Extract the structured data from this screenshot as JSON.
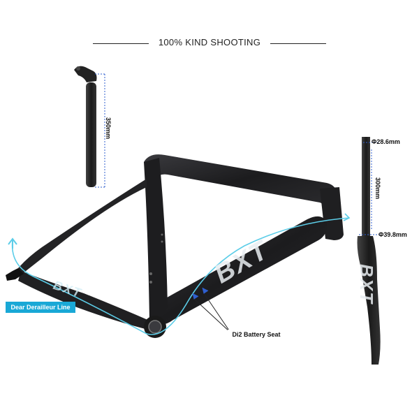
{
  "heading": {
    "title": "100% KIND SHOOTING"
  },
  "seatpost": {
    "length_label": "350mm"
  },
  "fork": {
    "top_diameter_label": "Φ28.6mm",
    "steerer_length_label": "300mm",
    "bottom_diameter_label": "Φ39.8mm",
    "brand_mark": "BXT"
  },
  "frame": {
    "brand_mark": "BXT"
  },
  "callouts": {
    "derailleur_line": "Dear Derailleur Line",
    "battery_seat": "Di2 Battery Seat"
  },
  "colors": {
    "carbon": "#1c1c1e",
    "carbon_highlight": "#4a4a4e",
    "cable_line": "#5ccde8",
    "accent_blue": "#19a8d6",
    "dimension_blue": "#2f5fcf"
  }
}
